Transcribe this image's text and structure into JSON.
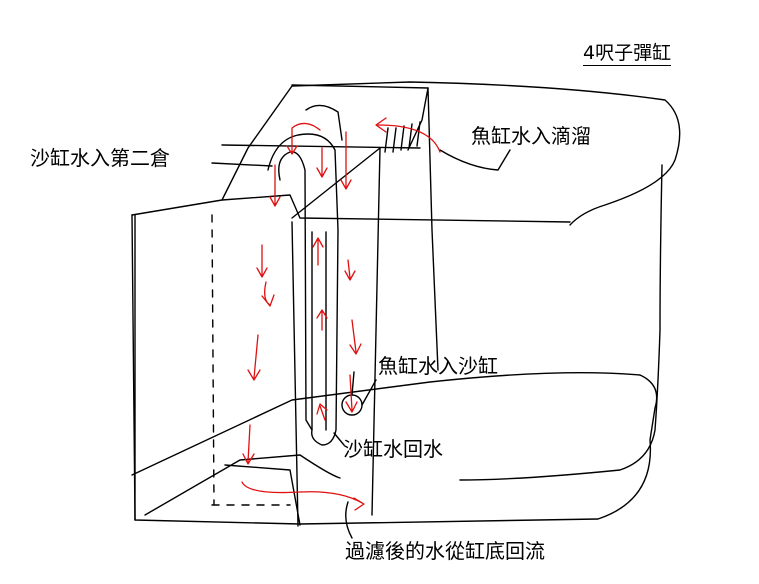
{
  "labels": {
    "title": "4呎子彈缸",
    "fish_to_drip": "魚缸水入滴溜",
    "sand_to_second_chamber": "沙缸水入第二倉",
    "fish_to_sand": "魚缸水入沙缸",
    "sand_return": "沙缸水回水",
    "filtered_return": "過濾後的水從缸底回流"
  },
  "colors": {
    "line": "#000000",
    "flow_arrow": "#e01010"
  }
}
